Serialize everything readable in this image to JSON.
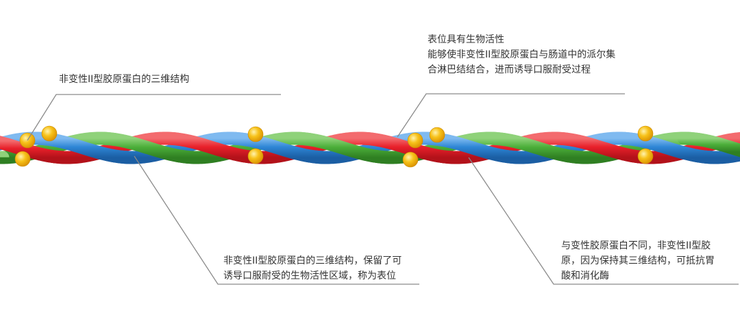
{
  "callouts": [
    {
      "id": "c1",
      "lines": [
        "非变性II型胶原蛋白的三维结构"
      ]
    },
    {
      "id": "c2",
      "lines": [
        "表位具有生物活性",
        "能够使非变性II型胶原蛋白与肠道中的派尔集",
        "合淋巴结结合，进而诱导口服耐受过程"
      ]
    },
    {
      "id": "c3",
      "lines": [
        "非变性II型胶原蛋白的三维结构，保留了可",
        "诱导口服耐受的生物活性区域，称为表位"
      ]
    },
    {
      "id": "c4",
      "lines": [
        "与变性胶原蛋白不同，非变性II型胶",
        "原，因为保持其三维结构，可抵抗胃",
        "酸和消化酶"
      ]
    }
  ],
  "colors": {
    "strand_red": "#e8202a",
    "strand_green": "#4caf3a",
    "strand_blue": "#2e86d6",
    "epitope_gold": "#f2b705",
    "leader_line": "#8a8a8a",
    "text": "#333333"
  }
}
